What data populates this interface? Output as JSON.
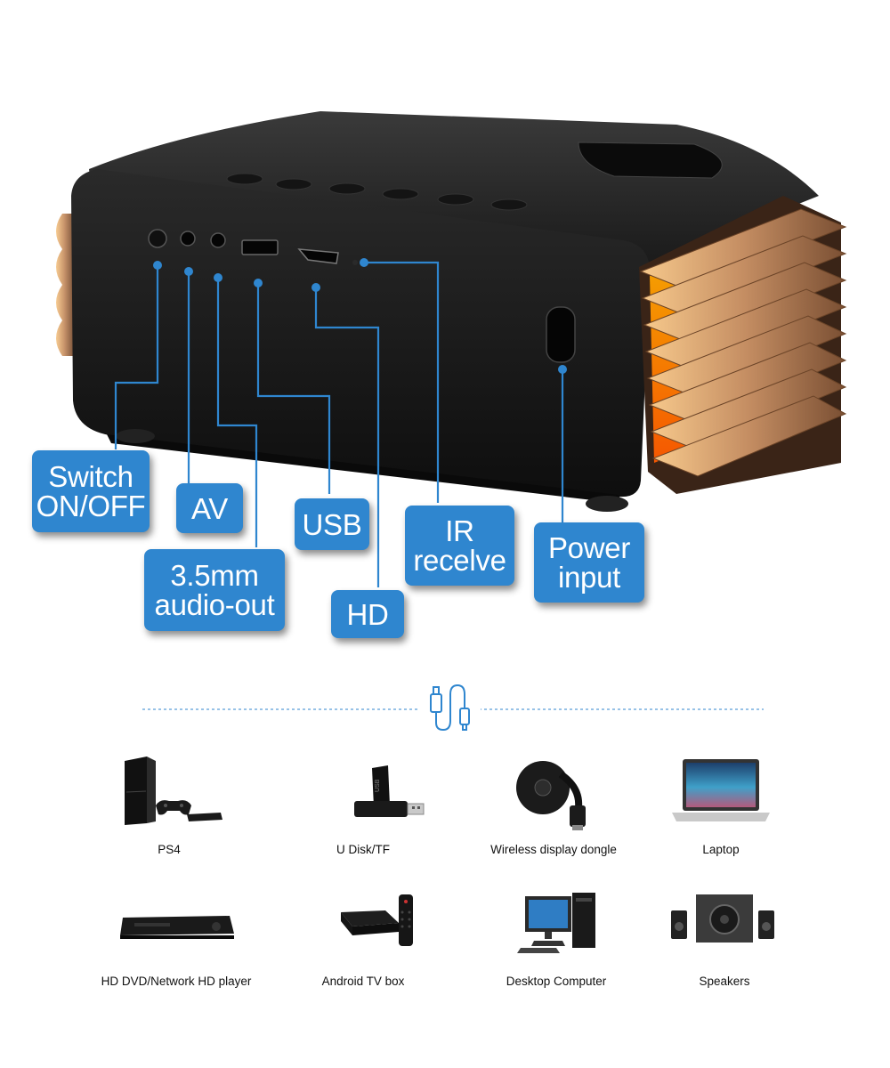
{
  "product": {
    "ports": [
      {
        "key": "switch",
        "label": "Switch\nON/OFF"
      },
      {
        "key": "av",
        "label": "AV"
      },
      {
        "key": "audio",
        "label": "3.5mm\naudio-out"
      },
      {
        "key": "usb",
        "label": "USB"
      },
      {
        "key": "hd",
        "label": "HD"
      },
      {
        "key": "ir",
        "label": "IR\nrecelve"
      },
      {
        "key": "power",
        "label": "Power\ninput"
      }
    ],
    "divider_icon": "usb-cable-icon"
  },
  "devices": [
    {
      "label": "PS4",
      "icon": "game-console-icon"
    },
    {
      "label": "U Disk/TF",
      "icon": "usb-drive-icon"
    },
    {
      "label": "Wireless display dongle",
      "icon": "hdmi-dongle-icon"
    },
    {
      "label": "Laptop",
      "icon": "laptop-icon"
    },
    {
      "label": "HD DVD/Network HD player",
      "icon": "dvd-player-icon"
    },
    {
      "label": "Android TV box",
      "icon": "tv-box-icon"
    },
    {
      "label": "Desktop Computer",
      "icon": "desktop-computer-icon"
    },
    {
      "label": "Speakers",
      "icon": "speakers-icon"
    }
  ],
  "colors": {
    "callout": "#2f86cf",
    "leader_line": "#2f86cf",
    "body": "#1b1b1b",
    "fins": "#c99a74"
  }
}
